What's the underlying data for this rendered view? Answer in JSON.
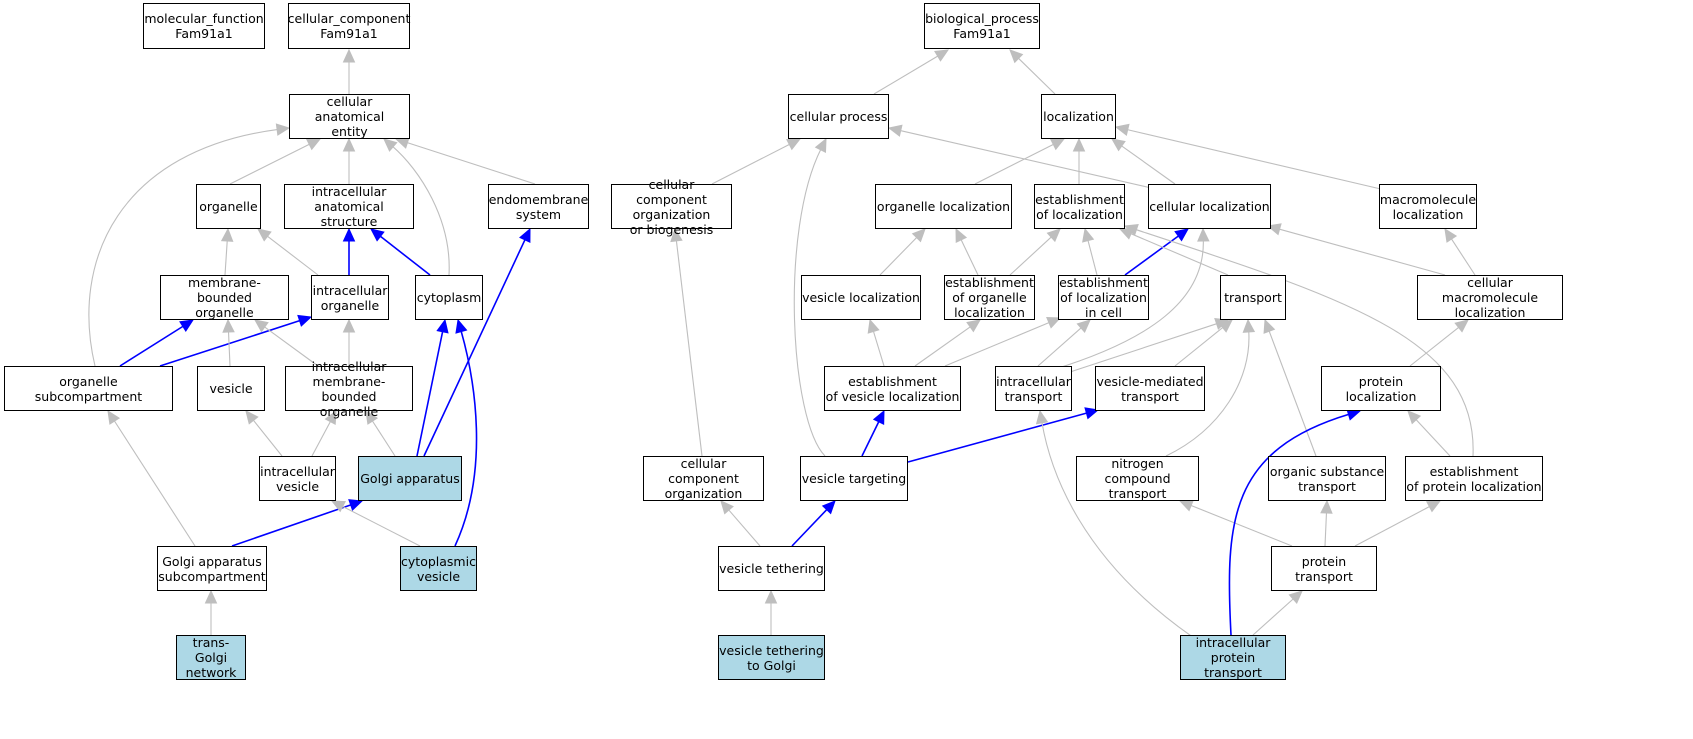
{
  "colors": {
    "highlight_fill": "#add8e6",
    "gray_edge": "#bebebe",
    "blue_edge": "#0000ff"
  },
  "nodes": {
    "molecular_function": {
      "label": "molecular_function\nFam91a1"
    },
    "cellular_component": {
      "label": "cellular_component\nFam91a1"
    },
    "biological_process": {
      "label": "biological_process\nFam91a1"
    },
    "cellular_anatomical_entity": {
      "label": "cellular anatomical\nentity"
    },
    "organelle": {
      "label": "organelle"
    },
    "intracellular_anatomical_structure": {
      "label": "intracellular\nanatomical structure"
    },
    "endomembrane_system": {
      "label": "endomembrane\nsystem"
    },
    "membrane_bounded_organelle": {
      "label": "membrane-bounded\norganelle"
    },
    "intracellular_organelle": {
      "label": "intracellular\norganelle"
    },
    "cytoplasm": {
      "label": "cytoplasm"
    },
    "organelle_subcompartment": {
      "label": "organelle subcompartment"
    },
    "vesicle": {
      "label": "vesicle"
    },
    "intracellular_membrane_bounded_organelle": {
      "label": "intracellular\nmembrane-bounded\norganelle"
    },
    "intracellular_vesicle": {
      "label": "intracellular\nvesicle"
    },
    "golgi_apparatus": {
      "label": "Golgi apparatus",
      "highlight": true
    },
    "golgi_apparatus_subcompartment": {
      "label": "Golgi apparatus\nsubcompartment"
    },
    "cytoplasmic_vesicle": {
      "label": "cytoplasmic\nvesicle",
      "highlight": true
    },
    "trans_golgi_network": {
      "label": "trans-Golgi\nnetwork",
      "highlight": true
    },
    "cellular_process": {
      "label": "cellular process"
    },
    "localization": {
      "label": "localization"
    },
    "cellular_component_organization_or_biogenesis": {
      "label": "cellular component\norganization\nor biogenesis"
    },
    "organelle_localization": {
      "label": "organelle localization"
    },
    "establishment_of_localization": {
      "label": "establishment\nof localization"
    },
    "cellular_localization": {
      "label": "cellular localization"
    },
    "macromolecule_localization": {
      "label": "macromolecule\nlocalization"
    },
    "vesicle_localization": {
      "label": "vesicle localization"
    },
    "establishment_of_organelle_localization": {
      "label": "establishment\nof organelle\nlocalization"
    },
    "establishment_of_localization_in_cell": {
      "label": "establishment\nof localization\nin cell"
    },
    "transport": {
      "label": "transport"
    },
    "cellular_macromolecule_localization": {
      "label": "cellular macromolecule\nlocalization"
    },
    "establishment_of_vesicle_localization": {
      "label": "establishment\nof vesicle localization"
    },
    "intracellular_transport": {
      "label": "intracellular\ntransport"
    },
    "vesicle_mediated_transport": {
      "label": "vesicle-mediated\ntransport"
    },
    "protein_localization": {
      "label": "protein localization"
    },
    "cellular_component_organization": {
      "label": "cellular component\norganization"
    },
    "vesicle_targeting": {
      "label": "vesicle targeting"
    },
    "nitrogen_compound_transport": {
      "label": "nitrogen compound\ntransport"
    },
    "organic_substance_transport": {
      "label": "organic substance\ntransport"
    },
    "establishment_of_protein_localization": {
      "label": "establishment\nof protein localization"
    },
    "vesicle_tethering": {
      "label": "vesicle tethering"
    },
    "protein_transport": {
      "label": "protein transport"
    },
    "vesicle_tethering_to_golgi": {
      "label": "vesicle tethering\nto Golgi",
      "highlight": true
    },
    "intracellular_protein_transport": {
      "label": "intracellular\nprotein transport",
      "highlight": true
    }
  }
}
